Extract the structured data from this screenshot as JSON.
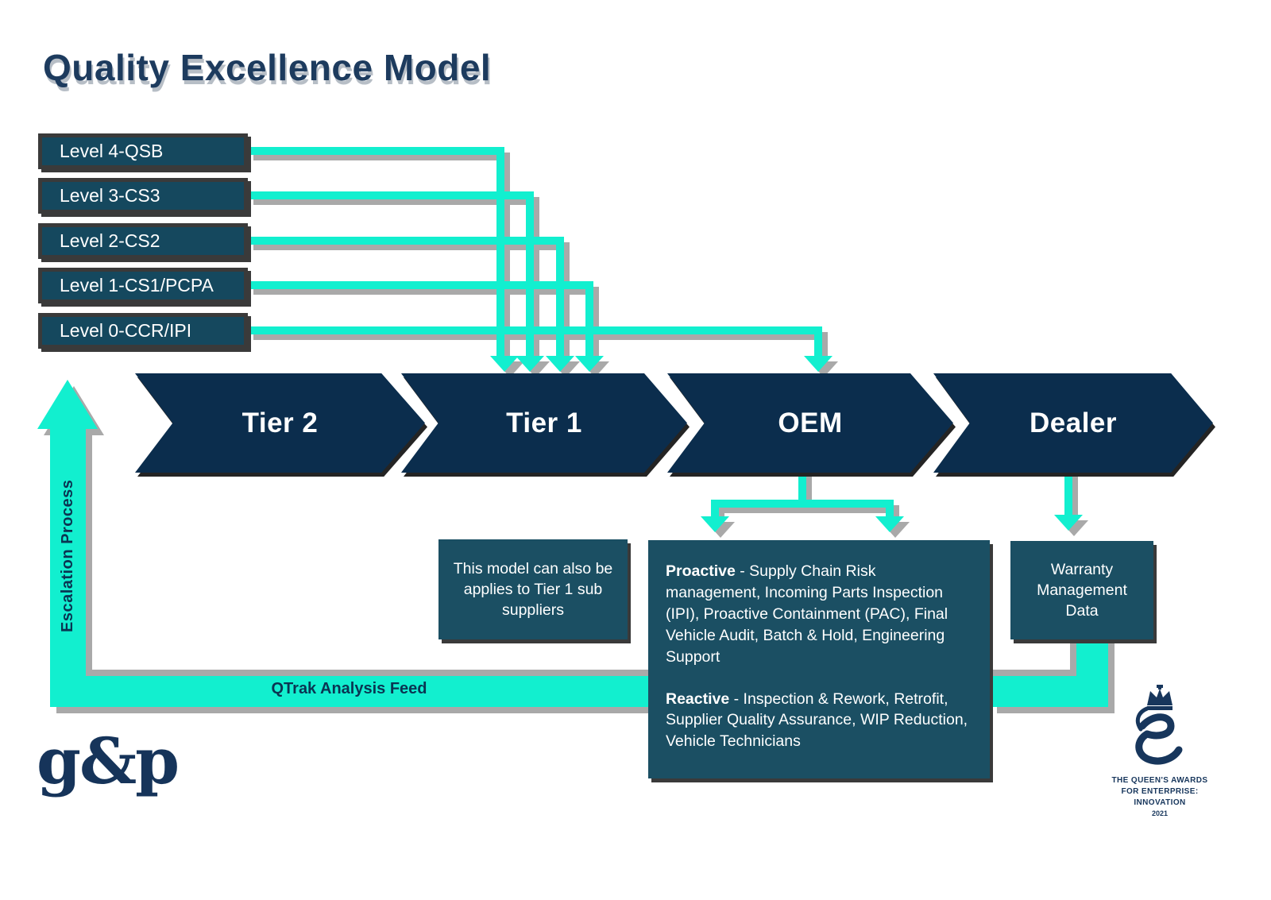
{
  "title": "Quality Excellence Model",
  "levels": [
    {
      "label": "Level 4-QSB"
    },
    {
      "label": "Level 3-CS3"
    },
    {
      "label": "Level 2-CS2"
    },
    {
      "label": "Level 1-CS1/PCPA"
    },
    {
      "label": "Level 0-CCR/IPI"
    }
  ],
  "tiers": [
    {
      "label": "Tier 2"
    },
    {
      "label": "Tier 1"
    },
    {
      "label": "OEM"
    },
    {
      "label": "Dealer"
    }
  ],
  "escalation_label": "Escalation Process",
  "qtrak_label": "QTrak Analysis Feed",
  "info_note": "This model can also be applies to Tier 1 sub suppliers",
  "oem_programs": {
    "proactive_title": "Proactive",
    "proactive_text": " - Supply Chain Risk management, Incoming Parts Inspection (IPI), Proactive Containment (PAC), Final Vehicle Audit, Batch & Hold, Engineering Support",
    "reactive_title": "Reactive",
    "reactive_text": " - Inspection & Rework, Retrofit, Supplier Quality Assurance, WIP Reduction, Vehicle Technicians"
  },
  "warranty_label": "Warranty Management Data",
  "gp_logo": "g&p",
  "award_logo": {
    "line1": "THE QUEEN'S AWARDS",
    "line2": "FOR ENTERPRISE:",
    "line3": "INNOVATION",
    "year": "2021"
  },
  "colors": {
    "accent_teal": "#12efcf",
    "chevron_navy": "#0b2d4d",
    "level_box": "#15485e",
    "info_box": "#1b4f63",
    "shadow_gray": "#a9a9a9",
    "title_navy": "#1d3b5e"
  }
}
